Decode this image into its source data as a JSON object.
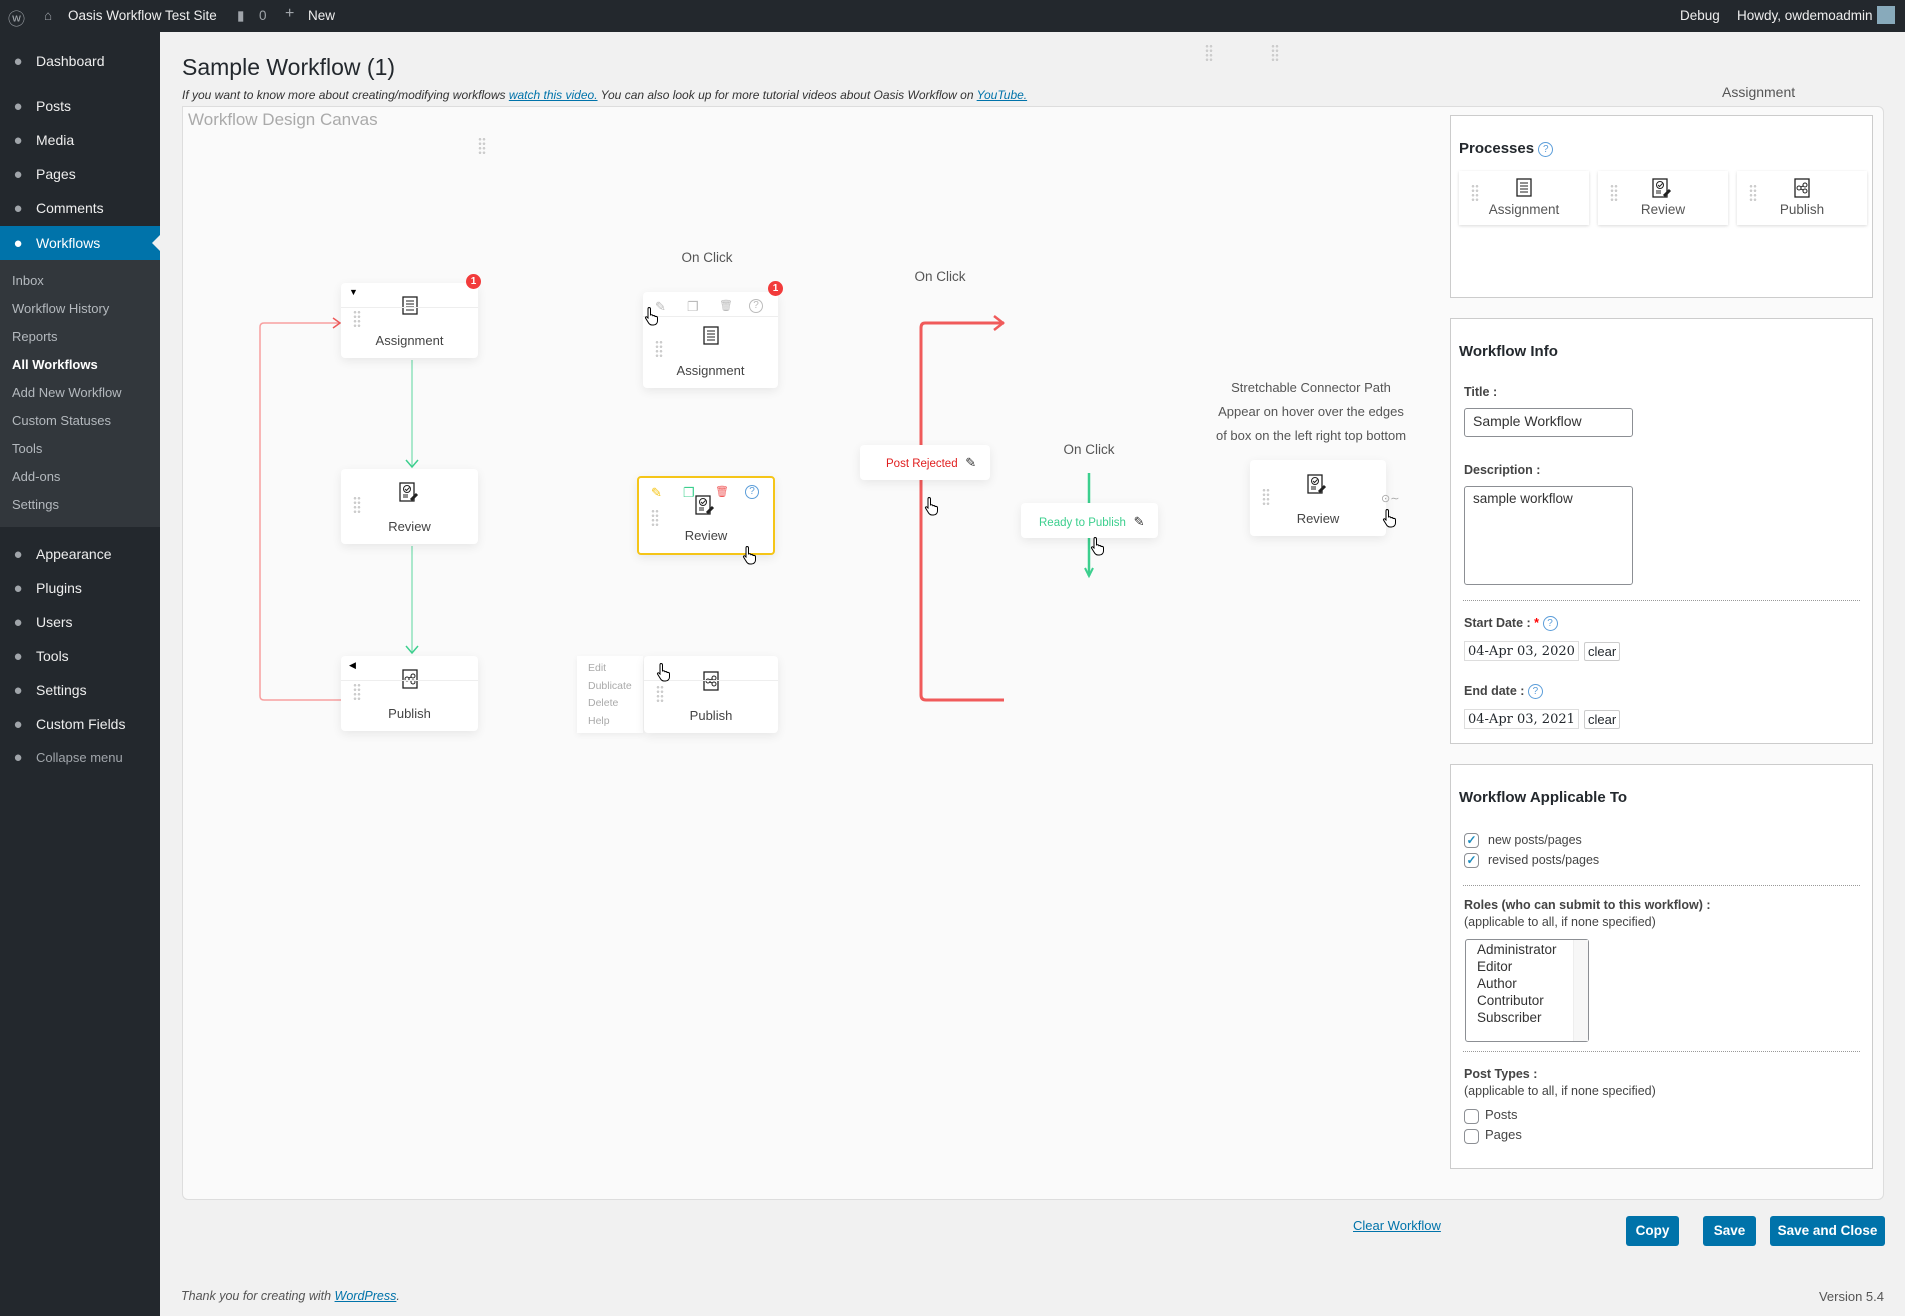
{
  "topbar": {
    "site": "Oasis Workflow Test Site",
    "comments": "0",
    "new": "New",
    "debug": "Debug",
    "howdy": "Howdy, owdemoadmin"
  },
  "sidebar": {
    "items": [
      {
        "label": "Dashboard",
        "icon": "dashboard-icon"
      },
      {
        "label": "Posts",
        "icon": "pin-icon"
      },
      {
        "label": "Media",
        "icon": "media-icon"
      },
      {
        "label": "Pages",
        "icon": "pages-icon"
      },
      {
        "label": "Comments",
        "icon": "comment-icon"
      },
      {
        "label": "Workflows",
        "icon": "gear-icon"
      },
      {
        "label": "Appearance",
        "icon": "brush-icon"
      },
      {
        "label": "Plugins",
        "icon": "plug-icon"
      },
      {
        "label": "Users",
        "icon": "user-icon"
      },
      {
        "label": "Tools",
        "icon": "wrench-icon"
      },
      {
        "label": "Settings",
        "icon": "settings-icon"
      },
      {
        "label": "Custom Fields",
        "icon": "table-icon"
      },
      {
        "label": "Collapse menu",
        "icon": "collapse-icon"
      }
    ],
    "submenu": [
      "Inbox",
      "Workflow History",
      "Reports",
      "All Workflows",
      "Add New Workflow",
      "Custom Statuses",
      "Tools",
      "Add-ons",
      "Settings"
    ],
    "current_submenu": "All Workflows"
  },
  "page": {
    "title": "Sample Workflow (1)",
    "intro_1": "If you want to know more about creating/modifying workflows ",
    "intro_link1": "watch this video.",
    "intro_2": " You can also look up for more tutorial videos about Oasis Workflow on ",
    "intro_link2": "YouTube.",
    "ghost_label": "Assignment"
  },
  "canvas": {
    "title": "Workflow Design Canvas",
    "on_click": "On Click",
    "badge": "1",
    "steps": {
      "assignment": "Assignment",
      "review": "Review",
      "publish": "Publish"
    },
    "context_menu": [
      "Edit",
      "Dublicate",
      "Delete",
      "Help"
    ],
    "post_rejected": "Post Rejected",
    "ready_to_publish": "Ready to Publish",
    "note": [
      "Stretchable Connector Path",
      "Appear on hover over the edges",
      "of box on the left right top bottom"
    ],
    "colors": {
      "reject": "#f05a5a",
      "success": "#3ccf8e",
      "highlight": "#f5c518"
    }
  },
  "processes": {
    "title": "Processes",
    "items": [
      "Assignment",
      "Review",
      "Publish"
    ]
  },
  "info": {
    "title": "Workflow Info",
    "title_label": "Title :",
    "title_value": "Sample Workflow",
    "desc_label": "Description :",
    "desc_value": "sample workflow",
    "start_label": "Start Date :",
    "required": "*",
    "start_value": "04-Apr 03, 2020",
    "end_label": "End date :",
    "end_value": "04-Apr 03, 2021",
    "clear": "clear"
  },
  "applicable": {
    "title": "Workflow Applicable To",
    "options": [
      {
        "label": "new posts/pages",
        "checked": true
      },
      {
        "label": "revised posts/pages",
        "checked": true
      }
    ],
    "roles_label": "Roles (who can submit to this workflow) :",
    "roles_hint": "(applicable to all, if none specified)",
    "roles": [
      "Administrator",
      "Editor",
      "Author",
      "Contributor",
      "Subscriber"
    ],
    "types_label": "Post Types :",
    "types_hint": "(applicable to all, if none specified)",
    "types": [
      {
        "label": "Posts",
        "checked": false
      },
      {
        "label": "Pages",
        "checked": false
      }
    ]
  },
  "actions": {
    "clear": "Clear Workflow",
    "copy": "Copy",
    "save": "Save",
    "save_close": "Save and Close"
  },
  "footer": {
    "thanks": "Thank you for creating with ",
    "wp": "WordPress",
    "period": ".",
    "version": "Version 5.4"
  }
}
